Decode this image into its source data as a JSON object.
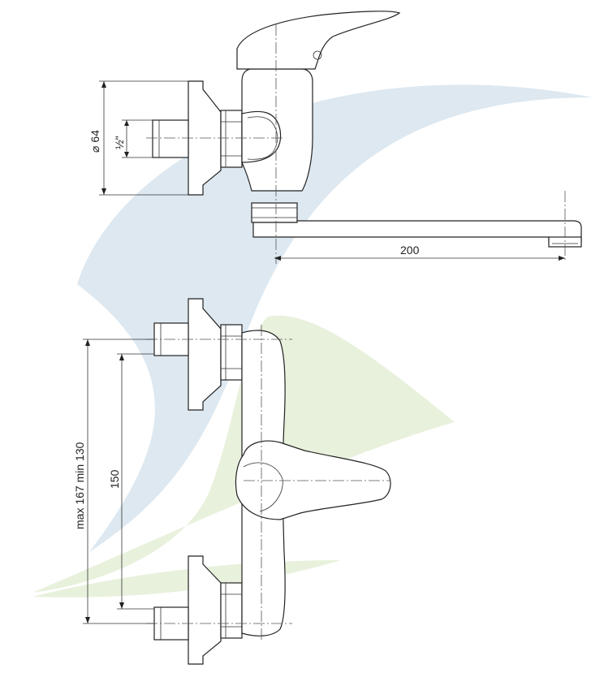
{
  "dimensions": {
    "diameter": "⌀ 64",
    "thread": "½\"",
    "spout_length": "200",
    "spacing": "150",
    "range": "max 167 min 130"
  },
  "colors": {
    "watermark_blue": "#dbe7ef",
    "watermark_green": "#e6f0d6",
    "line": "#222222"
  }
}
